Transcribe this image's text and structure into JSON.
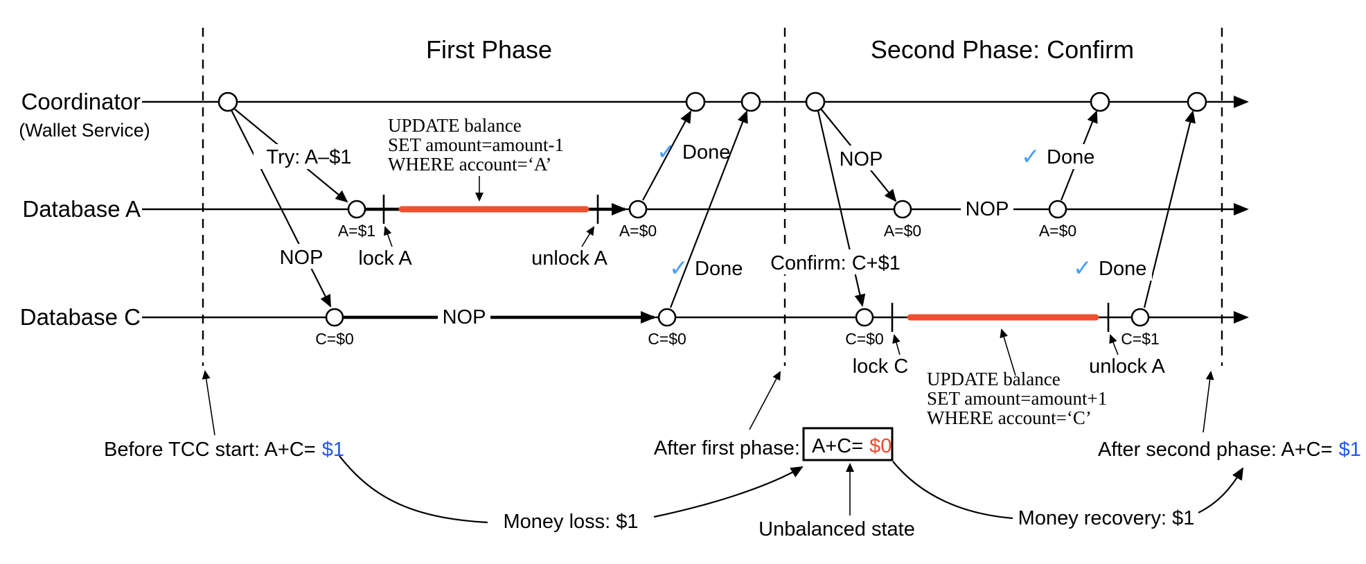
{
  "diagram": {
    "lanes": [
      {
        "label": "Coordinator",
        "sublabel": "(Wallet Service)"
      },
      {
        "label": "Database A"
      },
      {
        "label": "Database C"
      }
    ],
    "phase_titles": {
      "first": "First Phase",
      "second": "Second Phase: Confirm"
    },
    "messages": {
      "try": "Try: A–$1",
      "nop": "NOP",
      "confirm": "Confirm: C+$1",
      "done": "Done",
      "check": "✓"
    },
    "node_values": {
      "a1": "A=$1",
      "a0": "A=$0",
      "c0": "C=$0",
      "c1": "C=$1"
    },
    "locks": {
      "lock_a": "lock A",
      "unlock_a": "unlock A",
      "lock_c": "lock C",
      "unlock_a2": "unlock A"
    },
    "sql_debit": {
      "l1": "UPDATE balance",
      "l2": "SET amount=amount-1",
      "l3": "WHERE account=‘A’"
    },
    "sql_credit": {
      "l1": "UPDATE balance",
      "l2": "SET amount=amount+1",
      "l3": "WHERE account=‘C’"
    },
    "annotations": {
      "before": {
        "label": "Before TCC start: A+C=",
        "value": "$1"
      },
      "after_first": {
        "label": "After first phase:",
        "box_label": "A+C=",
        "box_value": "$0"
      },
      "after_second": {
        "label": "After second phase: A+C=",
        "value": "$1"
      },
      "money_loss": "Money loss: $1",
      "money_recovery": "Money recovery: $1",
      "unbalanced": "Unbalanced state"
    },
    "colors": {
      "blue": "#2256F0",
      "check_blue": "#46A0F8",
      "orange": "#F0502E",
      "red": "#F0482B"
    }
  }
}
